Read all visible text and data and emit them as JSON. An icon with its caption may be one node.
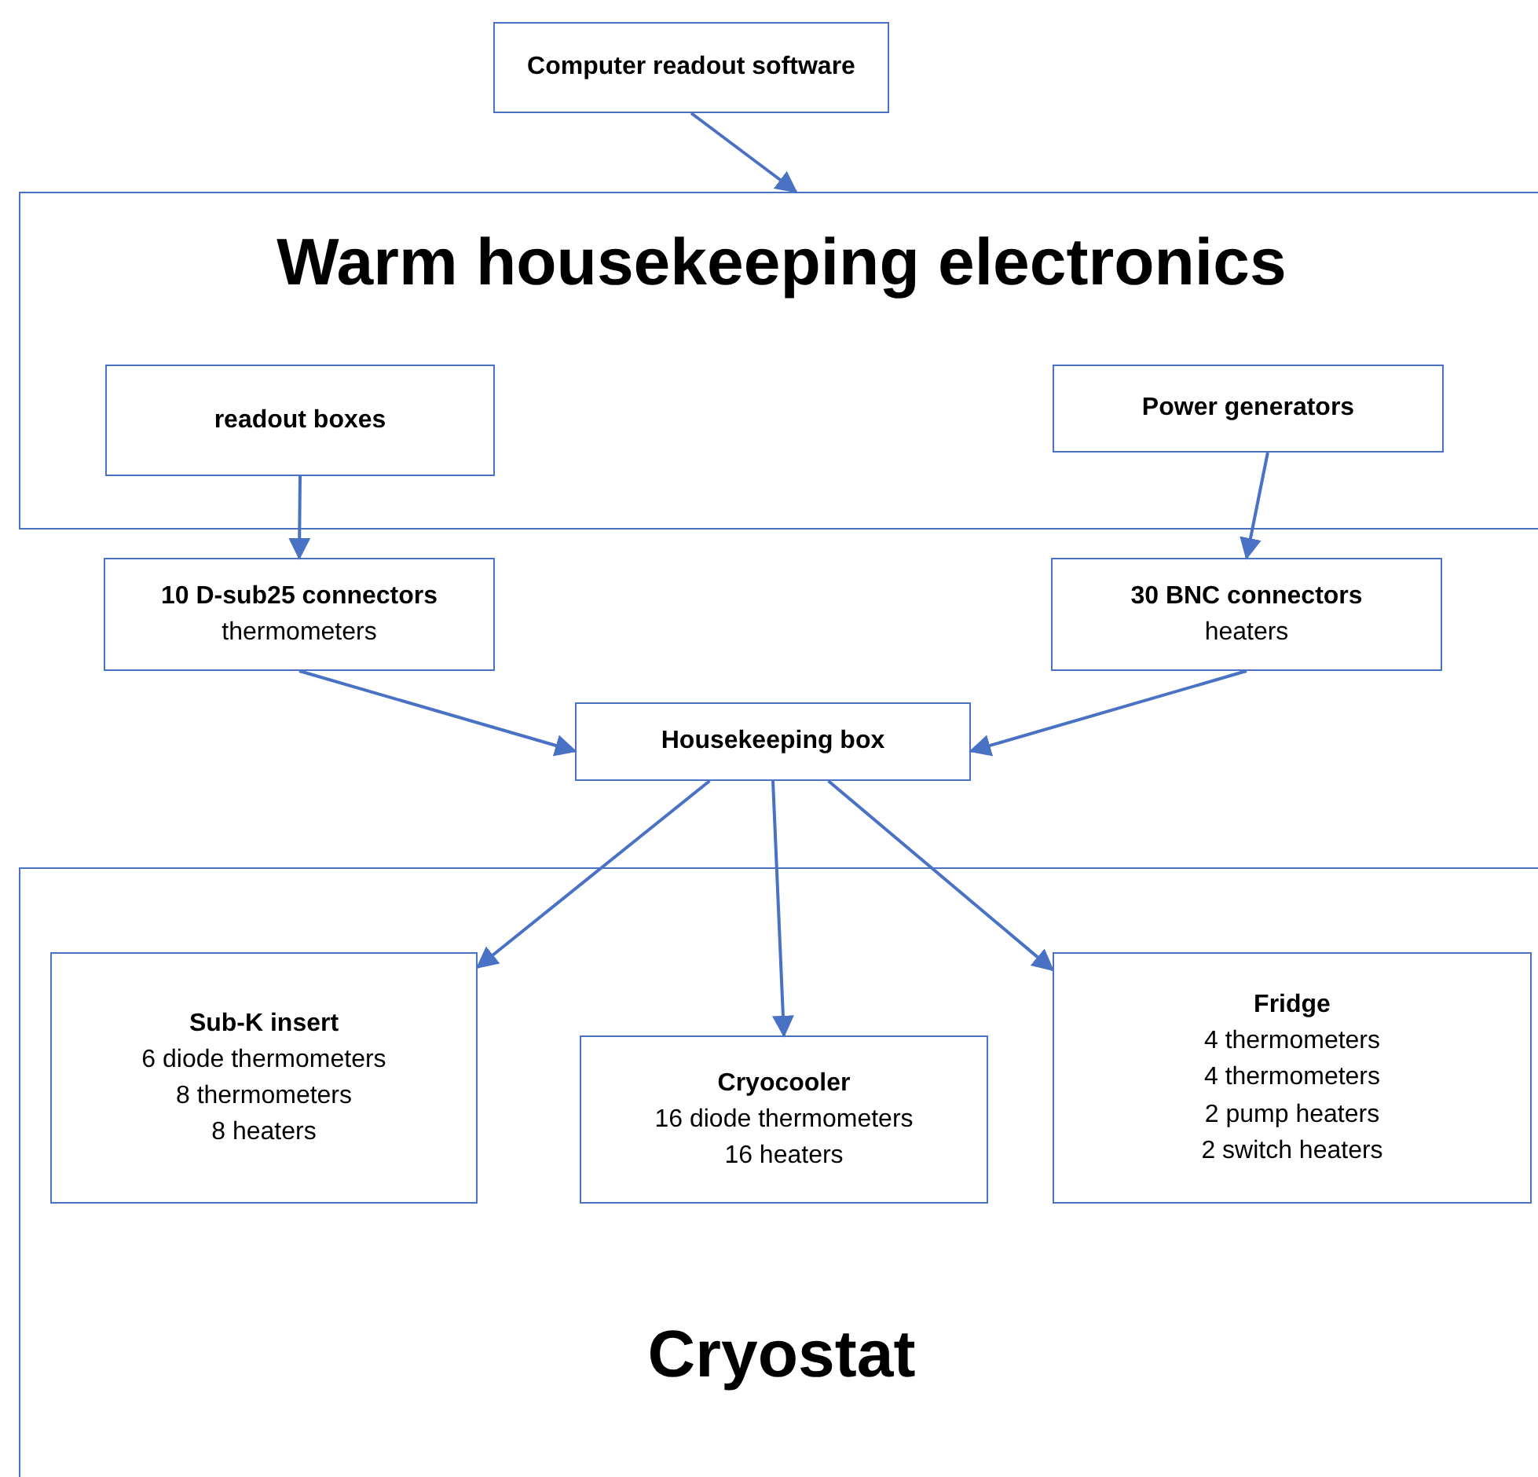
{
  "diagram": {
    "nodes": [
      {
        "text": [
          "Computer readout software"
        ]
      },
      {
        "text": [
          "Warm housekeeping electronics"
        ]
      },
      {
        "text": [
          "readout boxes"
        ],
        "in": 1
      },
      {
        "text": [
          "Power generators"
        ],
        "in": 1
      },
      {
        "text": [
          "10 D-sub25 connectors",
          "thermometers"
        ]
      },
      {
        "text": [
          "30 BNC connectors",
          "heaters"
        ]
      },
      {
        "text": [
          "Housekeeping box"
        ]
      },
      {
        "text": [
          "Cryostat"
        ]
      },
      {
        "text": [
          "Sub-K insert",
          "6 diode thermometers",
          "8 thermometers",
          "8 heaters"
        ],
        "in": 7
      },
      {
        "text": [
          "Cryocooler",
          "16 diode thermometers",
          "16 heaters"
        ],
        "in": 7
      },
      {
        "text": [
          "Fridge",
          "4 thermometers",
          "4 thermometers",
          "2 pump heaters",
          "2 switch heaters"
        ],
        "in": 7
      }
    ],
    "edges": [
      {
        "from": 0,
        "to": 1,
        "arrow": "to"
      },
      {
        "from": 2,
        "to": 4,
        "arrow": "to"
      },
      {
        "from": 3,
        "to": 5,
        "arrow": "to"
      },
      {
        "from": 4,
        "to": 6,
        "arrow": "to"
      },
      {
        "from": 5,
        "to": 6,
        "arrow": "to"
      },
      {
        "from": 6,
        "to": 8,
        "arrow": "to"
      },
      {
        "from": 6,
        "to": 9,
        "arrow": "to"
      },
      {
        "from": 6,
        "to": 10,
        "arrow": "to"
      }
    ]
  }
}
